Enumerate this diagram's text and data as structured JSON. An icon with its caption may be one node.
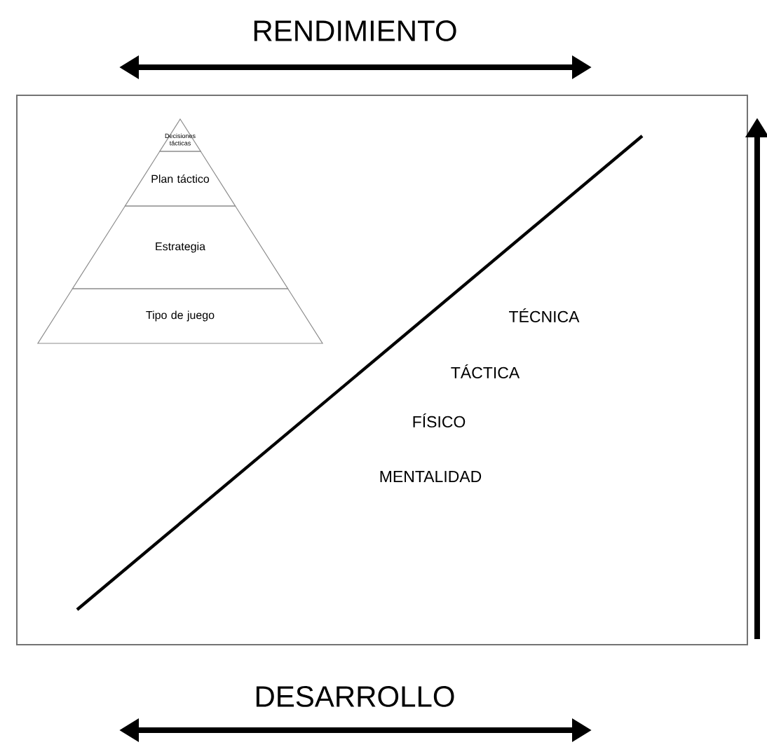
{
  "diagram": {
    "nodes": [
      {
        "text": [],
        "shape": "box"
      },
      {
        "text": [
          "Decisiones tácticas"
        ],
        "in": 0
      },
      {
        "text": [
          "Plan táctico"
        ],
        "in": 0
      },
      {
        "text": [
          "Estrategia"
        ],
        "in": 0
      },
      {
        "text": [
          "Tipo de juego"
        ],
        "in": 0
      }
    ],
    "labels": [
      "RENDIMIENTO",
      "TÉCNICA",
      "TÁCTICA",
      "FÍSICO",
      "MENTALIDAD",
      "DESARROLLO"
    ]
  }
}
